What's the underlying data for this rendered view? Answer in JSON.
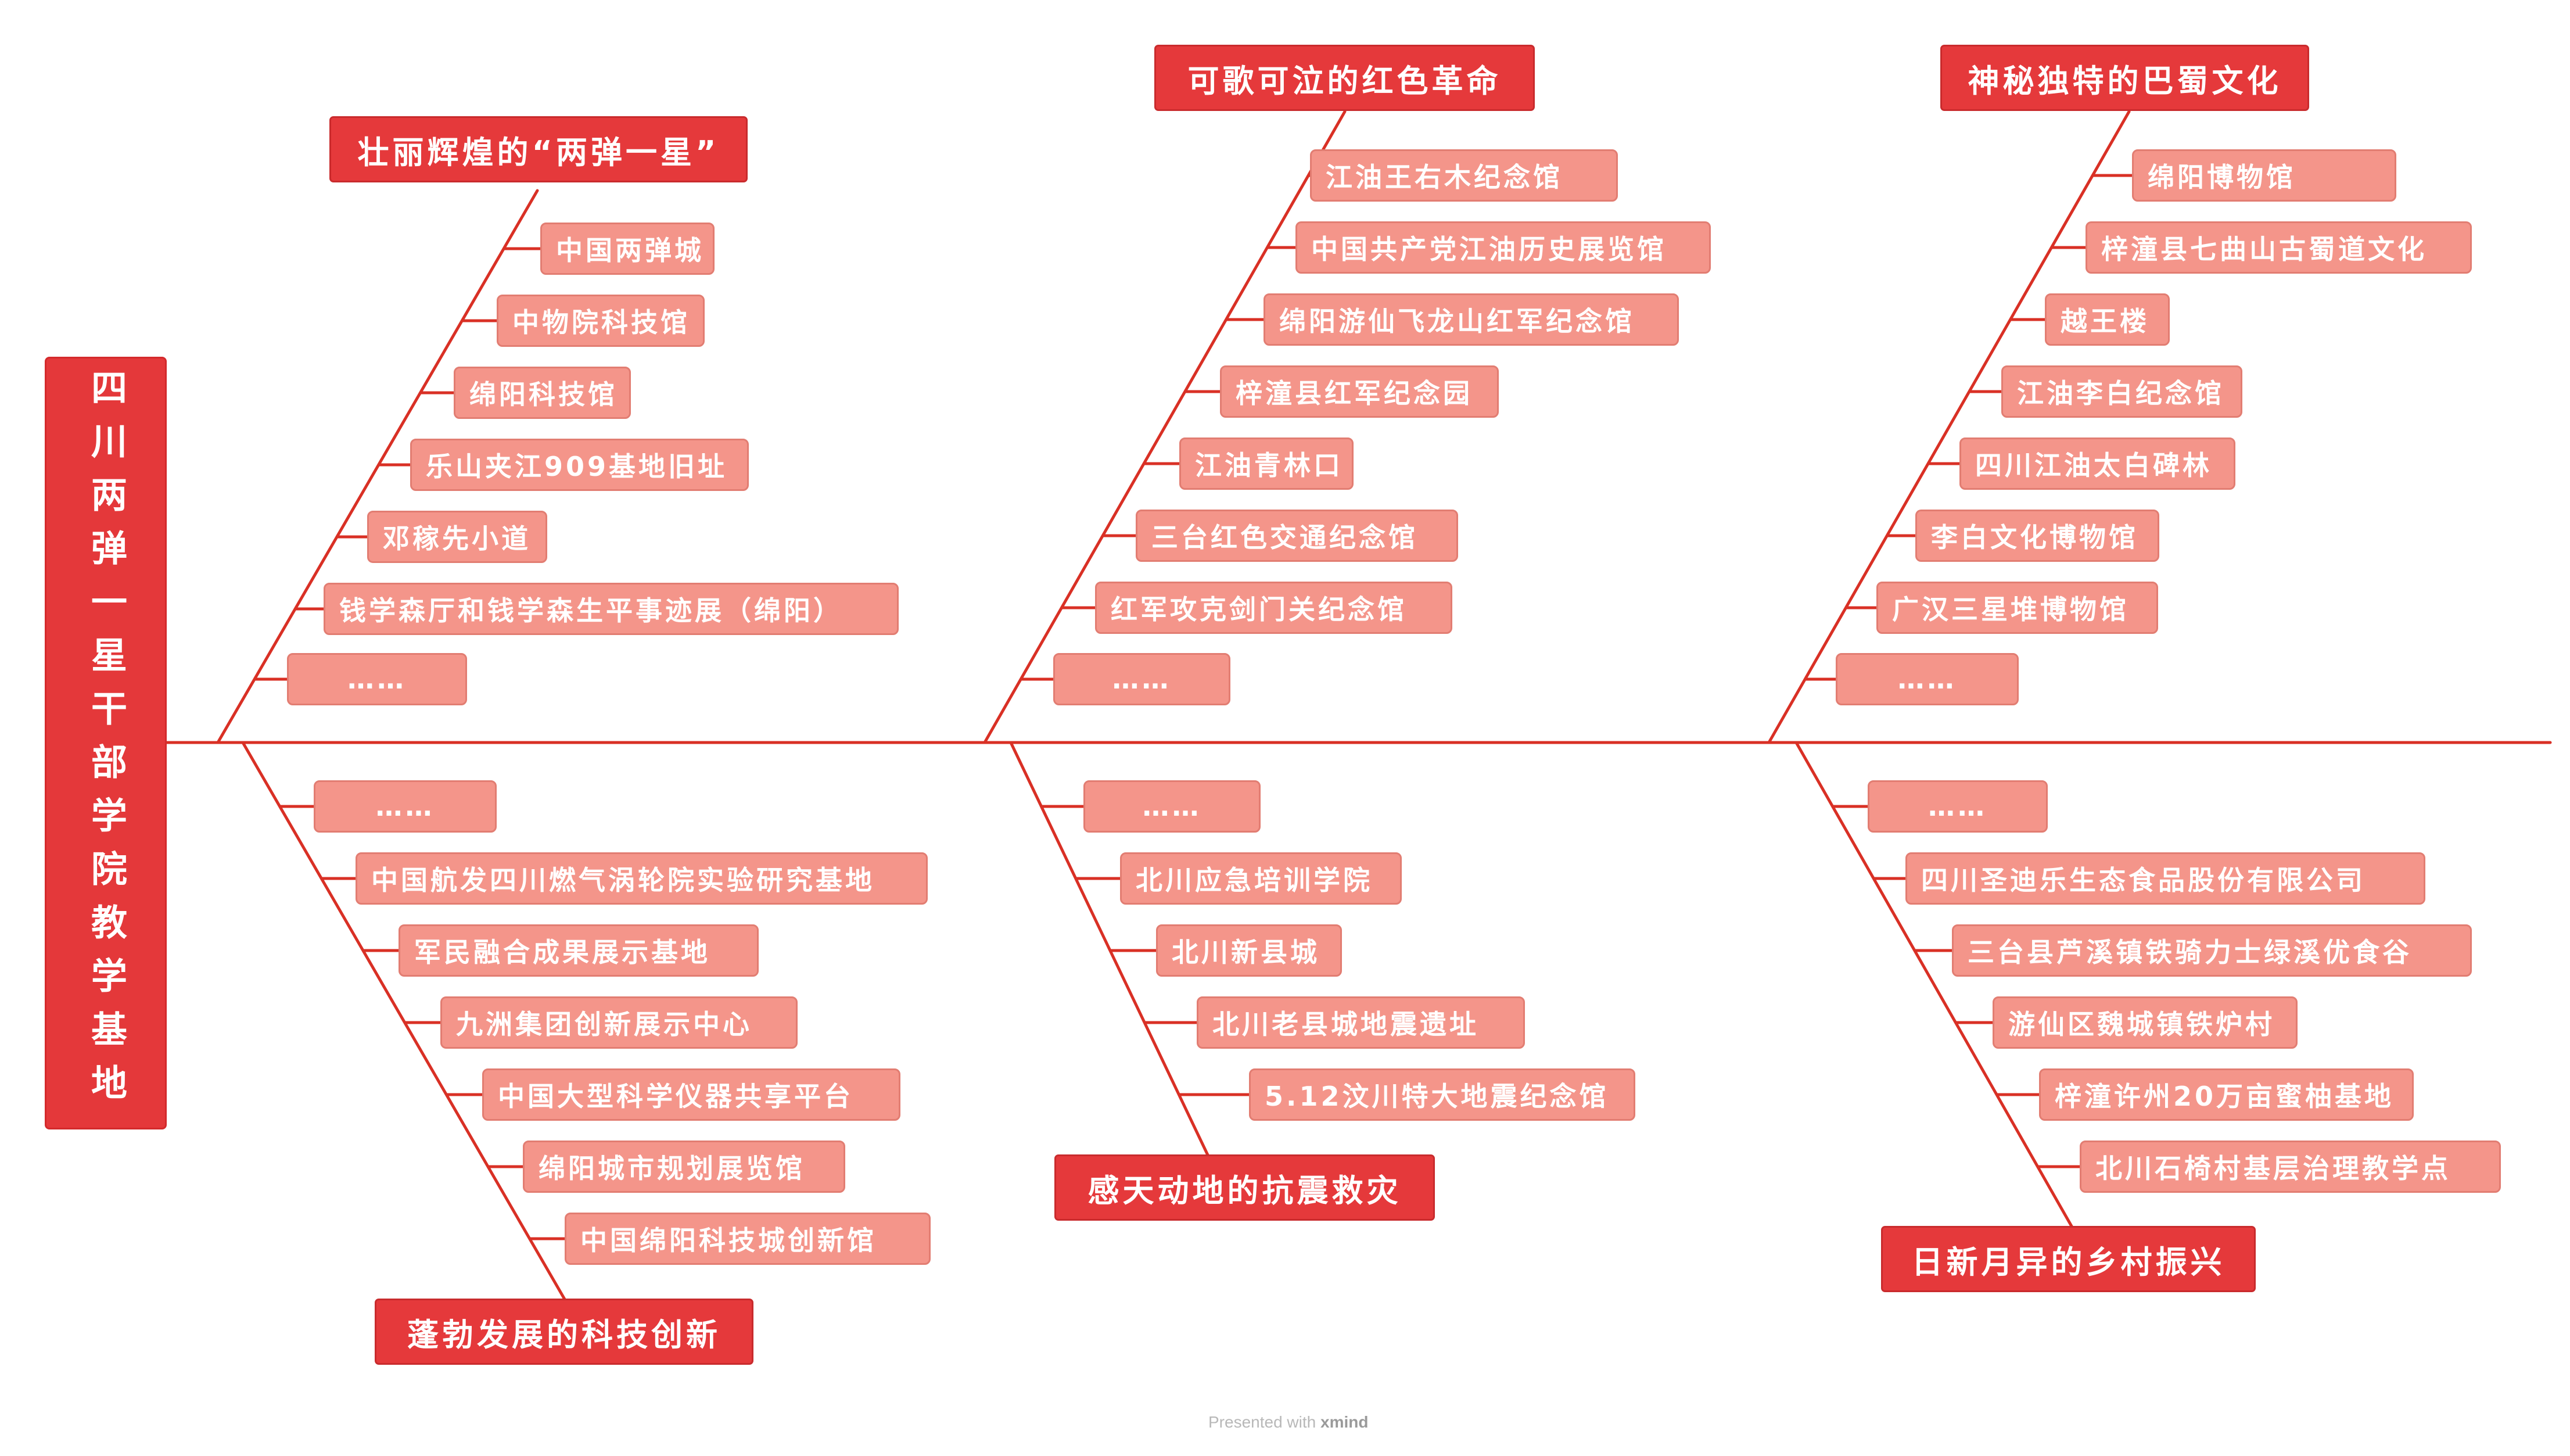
{
  "colors": {
    "accent": "#e4383a",
    "line": "#d93025",
    "item": "#f4958a"
  },
  "root": {
    "title": "四川两弹一星干部学院教学基地"
  },
  "branches": {
    "b1": {
      "title": "壮丽辉煌的“两弹一星”",
      "items": [
        "中国两弹城",
        "中物院科技馆",
        "绵阳科技馆",
        "乐山夹江909基地旧址",
        "邓稼先小道",
        "钱学森厅和钱学森生平事迹展（绵阳）",
        "……"
      ]
    },
    "b2": {
      "title": "可歌可泣的红色革命",
      "items": [
        "江油王右木纪念馆",
        "中国共产党江油历史展览馆",
        "绵阳游仙飞龙山红军纪念馆",
        "梓潼县红军纪念园",
        "江油青林口",
        "三台红色交通纪念馆",
        "红军攻克剑门关纪念馆",
        "……"
      ]
    },
    "b3": {
      "title": "神秘独特的巴蜀文化",
      "items": [
        "绵阳博物馆",
        "梓潼县七曲山古蜀道文化",
        "越王楼",
        "江油李白纪念馆",
        "四川江油太白碑林",
        "李白文化博物馆",
        "广汉三星堆博物馆",
        "……"
      ]
    },
    "b4": {
      "title": "蓬勃发展的科技创新",
      "items": [
        "……",
        "中国航发四川燃气涡轮院实验研究基地",
        "军民融合成果展示基地",
        "九洲集团创新展示中心",
        "中国大型科学仪器共享平台",
        "绵阳城市规划展览馆",
        "中国绵阳科技城创新馆"
      ]
    },
    "b5": {
      "title": "感天动地的抗震救灾",
      "items": [
        "……",
        "北川应急培训学院",
        "北川新县城",
        "北川老县城地震遗址",
        "5.12汶川特大地震纪念馆"
      ]
    },
    "b6": {
      "title": "日新月异的乡村振兴",
      "items": [
        "……",
        "四川圣迪乐生态食品股份有限公司",
        "三台县芦溪镇铁骑力士绿溪优食谷",
        "游仙区魏城镇铁炉村",
        "梓潼许州20万亩蜜柚基地",
        "北川石椅村基层治理教学点"
      ]
    }
  },
  "footer": {
    "prefix": "Presented with",
    "brand": "xmind"
  }
}
